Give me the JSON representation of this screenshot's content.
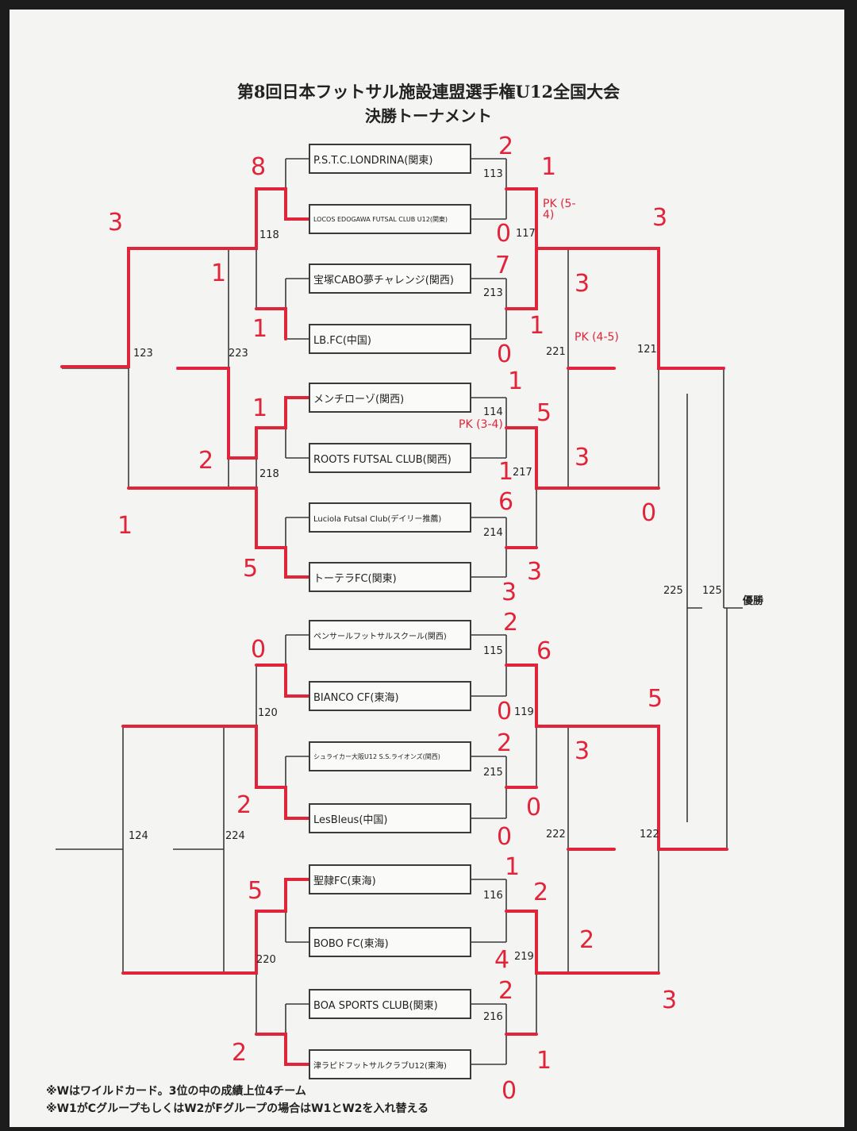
{
  "title": "第8回日本フットサル施設連盟選手権U12全国大会",
  "subtitle": "決勝トーナメント",
  "teams": [
    "P.S.T.C.LONDRINA(関東)",
    "LOCOS EDOGAWA FUTSAL CLUB U12(関東)",
    "宝塚CABO夢チャレンジ(関西)",
    "LB.FC(中国)",
    "メンチローゾ(関西)",
    "ROOTS FUTSAL CLUB(関西)",
    "Luciola Futsal Club(デイリー推薦)",
    "トーテラFC(関東)",
    "ペンサールフットサルスクール(関西)",
    "BIANCO CF(東海)",
    "シュライカー大阪U12 S.S.ライオンズ(関西)",
    "LesBleus(中国)",
    "聖隷FC(東海)",
    "BOBO FC(東海)",
    "BOA SPORTS CLUB(関東)",
    "津ラピドフットサルクラブU12(東海)"
  ],
  "match_numbers": {
    "m113": "113",
    "m117": "117",
    "m213": "213",
    "m221": "221",
    "m114": "114",
    "m217": "217",
    "m214": "214",
    "m115": "115",
    "m119": "119",
    "m215": "215",
    "m222": "222",
    "m116": "116",
    "m219": "219",
    "m216": "216",
    "m118": "118",
    "m223": "223",
    "m218": "218",
    "m123": "123",
    "m120": "120",
    "m224": "224",
    "m220": "220",
    "m124": "124",
    "m121": "121",
    "m122": "122",
    "m225": "225",
    "m125": "125"
  },
  "final_label": "優勝",
  "notes": [
    "※Wはワイルドカード。3位の中の成績上位4チーム",
    "※W1がCグループもしくはW2がFグループの場合はW1とW2を入れ替える"
  ],
  "handwritten_scores": {
    "s1": "2",
    "s2": "1",
    "s3": "0",
    "s4": "PK (5-4)",
    "s5": "7",
    "s6": "3",
    "s7": "1",
    "s8": "0",
    "s9": "PK (4-5)",
    "s10": "1",
    "s11": "5",
    "s12": "PK (3-4)",
    "s13": "1",
    "s14": "3",
    "s15": "6",
    "s16": "3",
    "s17": "3",
    "s18": "2",
    "s19": "6",
    "s20": "0",
    "s21": "2",
    "s22": "3",
    "s23": "0",
    "s24": "0",
    "s25": "1",
    "s26": "2",
    "s27": "4",
    "s28": "2",
    "s29": "2",
    "s30": "1",
    "s31": "0",
    "s32": "3",
    "s33": "0",
    "s34": "5",
    "s35": "3",
    "s36": "8",
    "s37": "3",
    "s38": "1",
    "s39": "1",
    "s40": "1",
    "s41": "2",
    "s42": "1",
    "s43": "5",
    "s44": "0",
    "s45": "2",
    "s46": "5",
    "s47": "2"
  },
  "colors": {
    "ink": "#3a3a3a",
    "marker": "#e0243a",
    "paper": "#f4f4f2"
  }
}
